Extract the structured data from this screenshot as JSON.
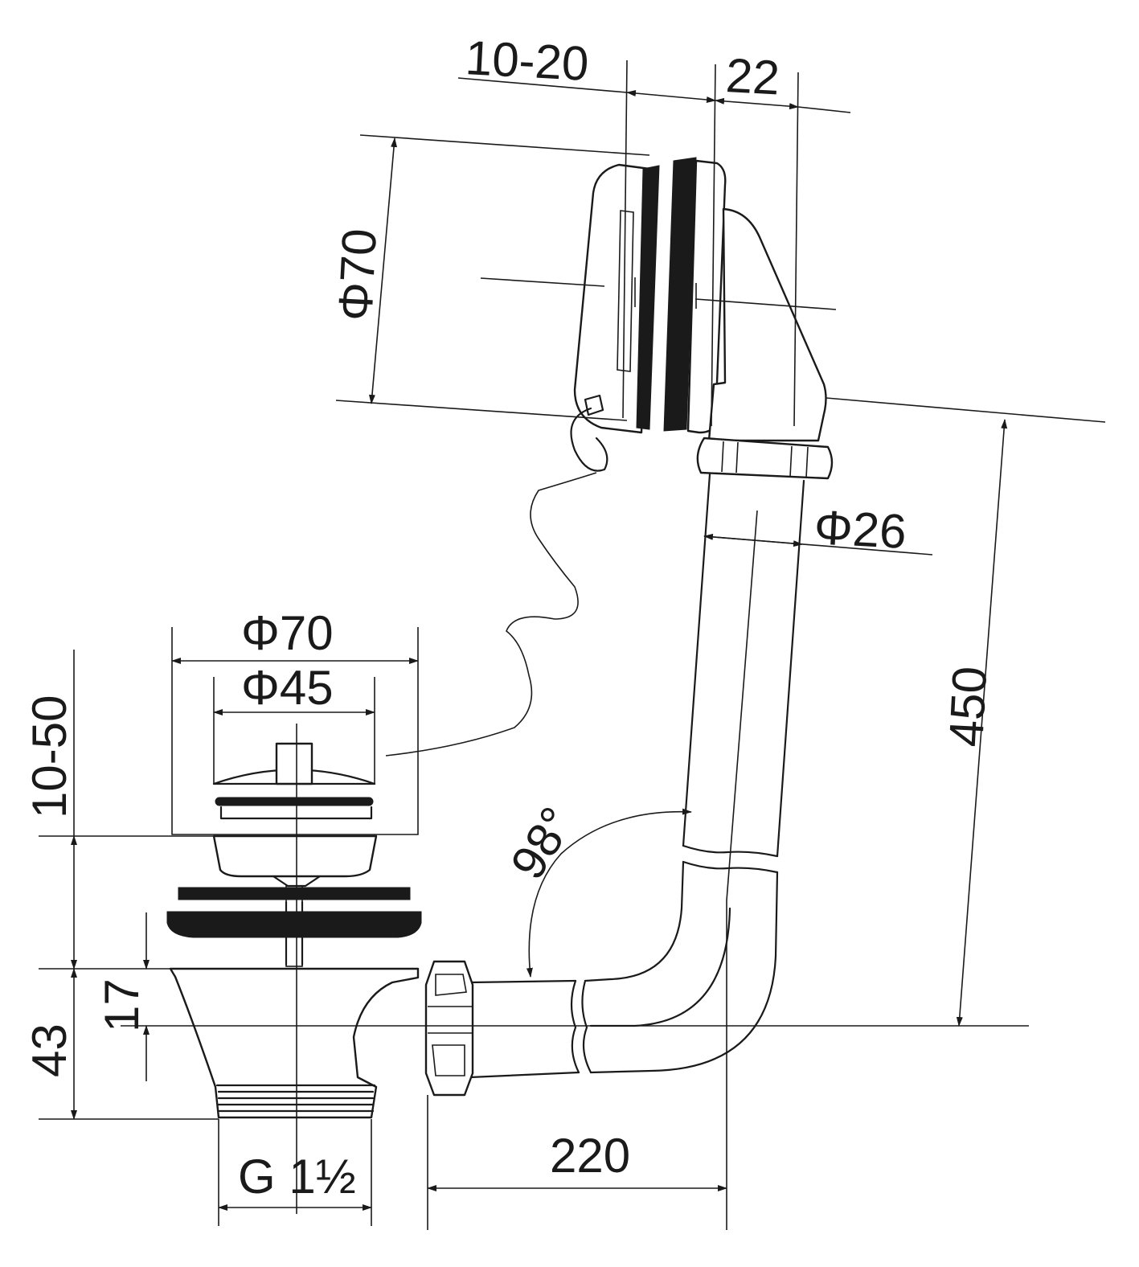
{
  "dimensions": {
    "overflow_depth": "10-20",
    "overflow_nut": "22",
    "overflow_diameter": "Φ70",
    "pipe_diameter": "Φ26",
    "pipe_height": "450",
    "angle": "98°",
    "waste_outer_diameter": "Φ70",
    "waste_inner_diameter": "Φ45",
    "tub_thickness": "10-50",
    "waste_height": "43",
    "outlet_offset": "17",
    "thread_size": "G 1½",
    "horizontal_length": "220"
  },
  "colors": {
    "line": "#1a1a1a",
    "background": "#ffffff"
  }
}
